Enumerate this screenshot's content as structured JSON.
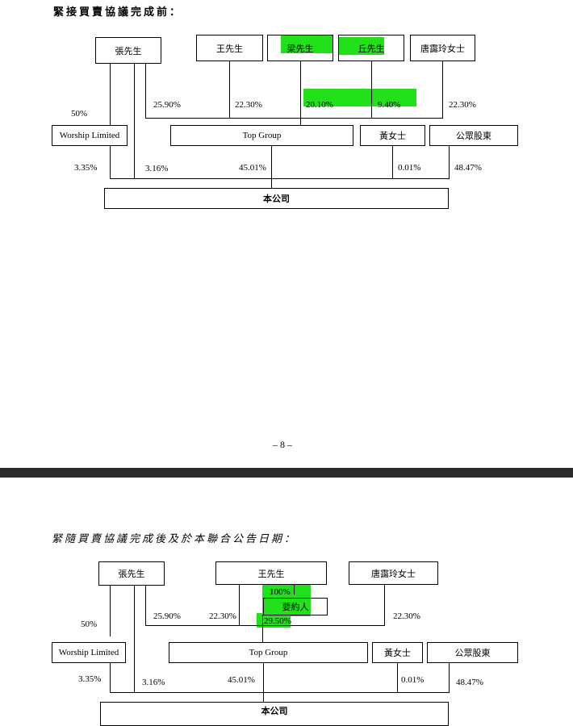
{
  "page1": {
    "heading": "緊接買賣協議完成前：",
    "page_number": "– 8 –",
    "boxes": {
      "zhang": "張先生",
      "wang": "王先生",
      "liang": "梁先生",
      "qiu": "丘先生",
      "tang": "唐靄玲女士",
      "worship": "Worship Limited",
      "top_group": "Top Group",
      "huang": "黃女士",
      "public": "公眾股東",
      "company": "本公司"
    },
    "percentages": {
      "zhang_worship": "50%",
      "zhang_top": "25.90%",
      "wang_top": "22.30%",
      "liang_top": "20.10%",
      "qiu_top": "9.40%",
      "tang_top": "22.30%",
      "worship_co": "3.35%",
      "zhang_co": "3.16%",
      "top_co": "45.01%",
      "huang_co": "0.01%",
      "public_co": "48.47%"
    }
  },
  "page2": {
    "heading": "緊隨買賣協議完成後及於本聯合公告日期：",
    "boxes": {
      "zhang": "張先生",
      "wang": "王先生",
      "tang": "唐靄玲女士",
      "offeror": "要約人",
      "worship": "Worship Limited",
      "top_group": "Top Group",
      "huang": "黃女士",
      "public": "公眾股東",
      "company": "本公司"
    },
    "percentages": {
      "wang_offeror": "100%",
      "zhang_worship": "50%",
      "zhang_top": "25.90%",
      "wang_top": "22.30%",
      "offeror_top": "29.50%",
      "tang_top": "22.30%",
      "worship_co": "3.35%",
      "zhang_co": "3.16%",
      "top_co": "45.01%",
      "huang_co": "0.01%",
      "public_co": "48.47%"
    }
  },
  "colors": {
    "highlight": "#22e01a",
    "separator": "#2b2b2b"
  }
}
